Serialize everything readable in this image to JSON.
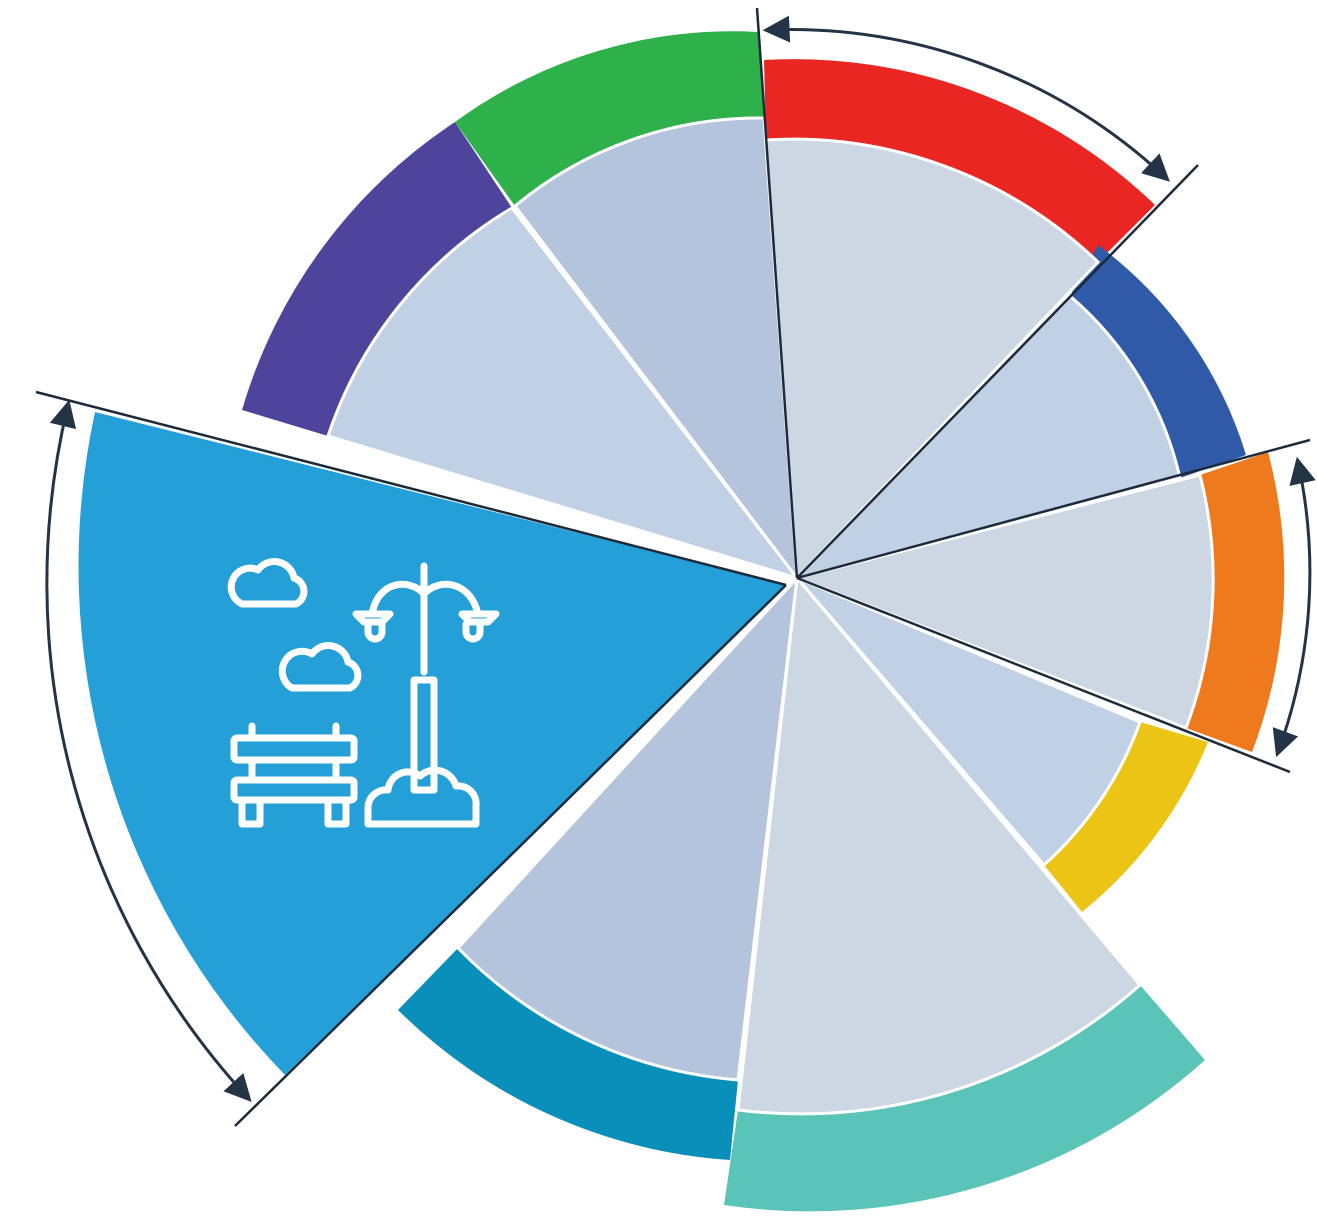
{
  "diagram": {
    "type": "segmented-radial-wheel",
    "segment_count": 10,
    "highlighted_segment": "park",
    "segments": [
      {
        "id": "red",
        "fill": "#cdd6e3",
        "band_color": "#ea2623"
      },
      {
        "id": "blue",
        "fill": "#c0d1e6",
        "band_color": "#2e5aa8"
      },
      {
        "id": "orange",
        "fill": "#cdd6e3",
        "band_color": "#ef7a1d"
      },
      {
        "id": "yellow",
        "fill": "#c0d1e6",
        "band_color": "#ecc416"
      },
      {
        "id": "teal",
        "fill": "#cdd6e3",
        "band_color": "#5bc4b9"
      },
      {
        "id": "dark-cyan",
        "fill": "#b3c4dc",
        "band_color": "#0a8fba"
      },
      {
        "id": "park",
        "fill": "#249fd8",
        "band_color": null,
        "icon": "park-bench-lamp-icon"
      },
      {
        "id": "purple",
        "fill": "#c0d1e6",
        "band_color": "#4f449c"
      },
      {
        "id": "green",
        "fill": "#b3c4dc",
        "band_color": "#2eb04a"
      }
    ],
    "colors": {
      "divider": "#1c2b3a",
      "arrow": "#243447",
      "icon_stroke": "#ffffff"
    },
    "icons": [
      "cloud-icon",
      "cloud-icon",
      "street-lamp-icon",
      "bench-icon",
      "bush-icon",
      "double-arrow-icon"
    ]
  }
}
